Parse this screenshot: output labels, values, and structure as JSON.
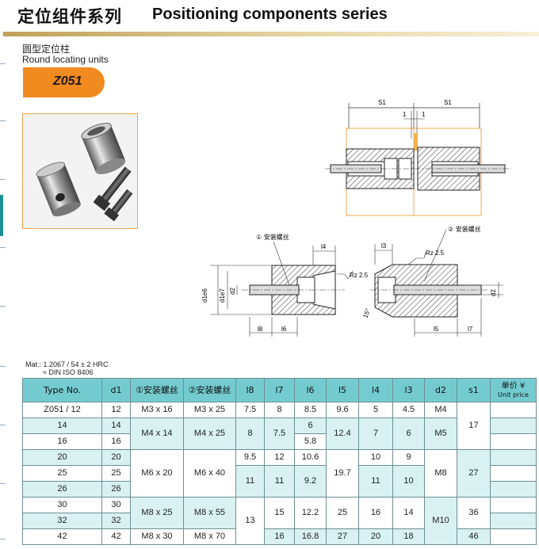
{
  "header": {
    "title_cn": "定位组件系列",
    "title_en": "Positioning components series"
  },
  "product": {
    "name_cn": "圆型定位柱",
    "name_en": "Round locating units",
    "code": "Z051"
  },
  "drawing_labels": {
    "s1": "S1",
    "one": "1",
    "screw1": "① 安装螺丝",
    "screw2": "② 安装螺丝",
    "l4": "l4",
    "l3": "l3",
    "rz": "Rz 2.5",
    "d1e6": "d1e6",
    "d1e7": "d1e7",
    "d2": "d2",
    "l8": "l8",
    "l6": "l6",
    "l5": "l5",
    "l7": "l7",
    "angle": "15°"
  },
  "material": {
    "line1": "Mat.: 1.2067 / 54 ± 2 HRC",
    "line2": "≈ DIN ISO 8406"
  },
  "table": {
    "headers": {
      "type": "Type No.",
      "d1": "d1",
      "screw1": "①安装螺丝",
      "screw2": "②安装螺丝",
      "l8": "l8",
      "l7": "l7",
      "l6": "l6",
      "l5": "l5",
      "l4": "l4",
      "l3": "l3",
      "d2": "d2",
      "s1": "s1",
      "price_cn": "单价 ¥",
      "price_en": "Unit price"
    },
    "r1": {
      "type": "Z051 / 12",
      "d1": "12",
      "screw1": "M3 x 16",
      "screw2": "M3 x 25",
      "l8": "7.5",
      "l7": "8",
      "l6": "8.5",
      "l5": "9.6",
      "l4": "5",
      "l3": "4.5",
      "d2": "M4"
    },
    "r2": {
      "type": "14",
      "d1": "14",
      "screw1": "M4 x 14",
      "screw2": "M4 x 25",
      "l8": "8",
      "l7": "7.5",
      "l6": "6",
      "l5": "12.4",
      "l4": "7",
      "l3": "6",
      "d2": "M5",
      "s1": "17"
    },
    "r3": {
      "type": "16",
      "d1": "16",
      "l6": "5.8"
    },
    "r4": {
      "type": "20",
      "d1": "20",
      "screw1": "M6 x 20",
      "screw2": "M6 x 40",
      "l8": "9.5",
      "l7": "12",
      "l6": "10.6",
      "l5": "19.7",
      "l4": "10",
      "l3": "9",
      "d2": "M8",
      "s1": "27"
    },
    "r5": {
      "type": "25",
      "d1": "25",
      "l8": "11",
      "l7": "11",
      "l6": "9.2",
      "l4": "11",
      "l3": "10"
    },
    "r6": {
      "type": "26",
      "d1": "26"
    },
    "r7": {
      "type": "30",
      "d1": "30",
      "screw1": "M8 x 25",
      "screw2": "M8 x 55",
      "l8": "13",
      "l7": "15",
      "l6": "12.2",
      "l5": "25",
      "l4": "16",
      "l3": "14",
      "d2": "M10",
      "s1": "36"
    },
    "r8": {
      "type": "32",
      "d1": "32"
    },
    "r9": {
      "type": "42",
      "d1": "42",
      "screw1": "M8 x 30",
      "screw2": "M8 x 70",
      "l7": "16",
      "l6": "16.8",
      "l5": "27",
      "l4": "20",
      "l3": "18",
      "s1": "46"
    }
  }
}
